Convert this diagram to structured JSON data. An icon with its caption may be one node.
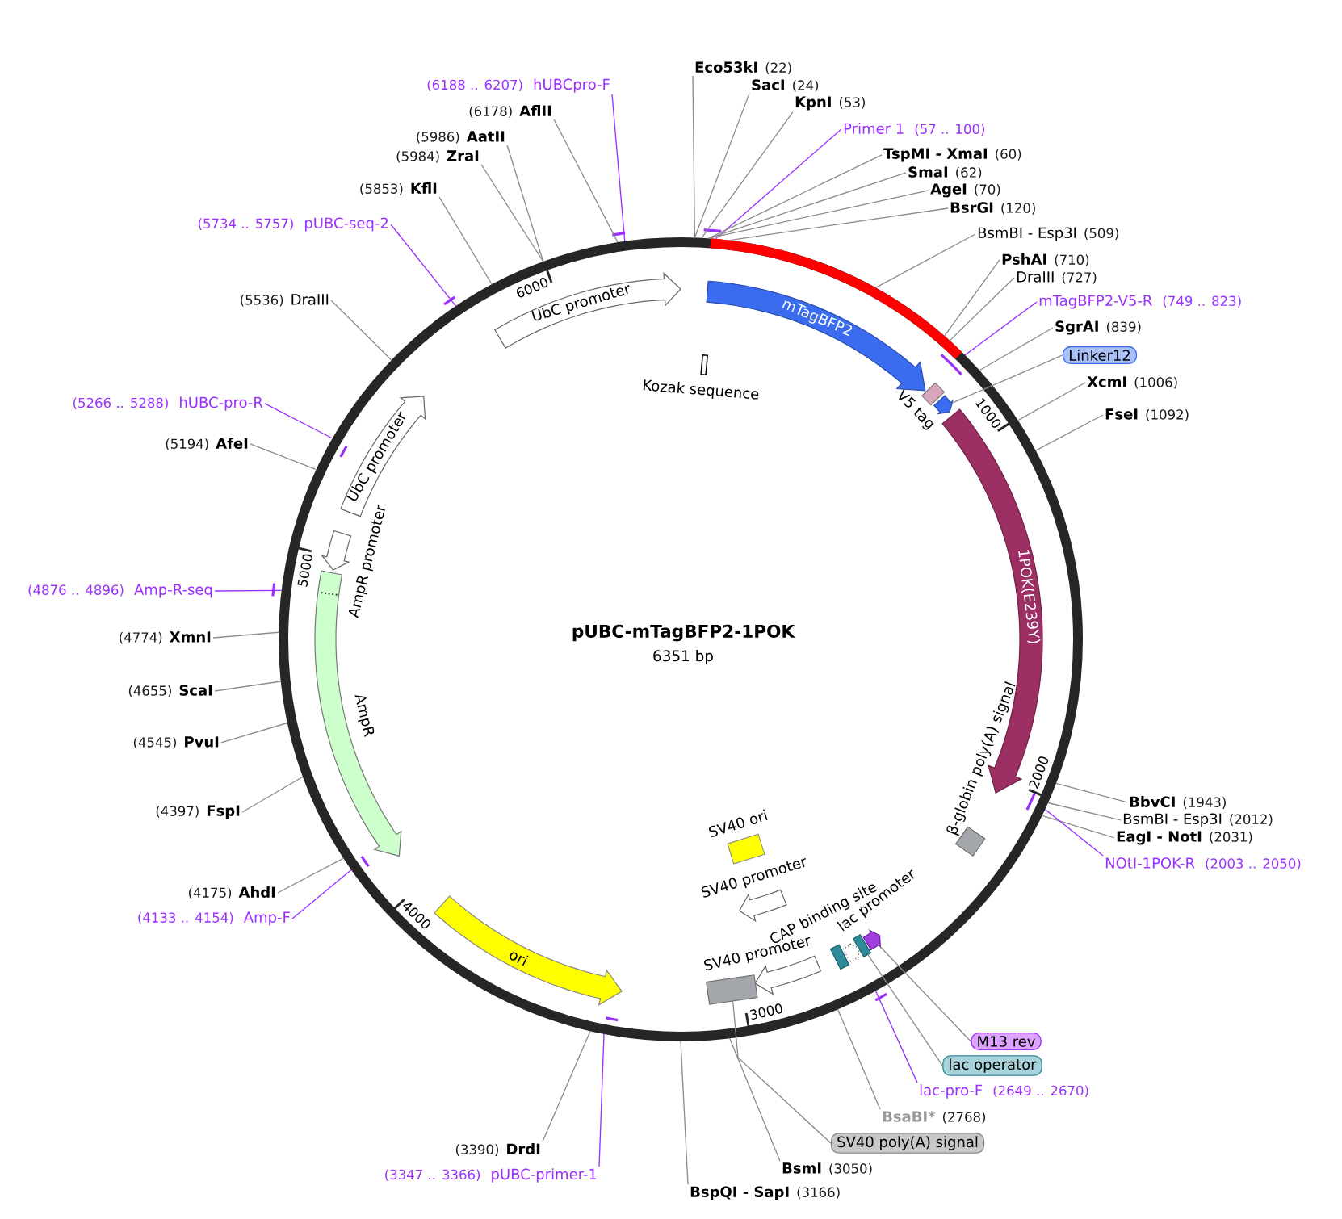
{
  "diagram": {
    "title": "pUBC-mTagBFP2-1POK",
    "nodes": [
      {
        "text": [],
        "shape": "circle"
      },
      {
        "text": [
          "UbC promoter"
        ],
        "in": 0
      },
      {
        "text": [
          "mTagBFP2"
        ],
        "in": 0
      },
      {
        "text": [],
        "shape": "bar",
        "beside": [
          "Kozak sequence"
        ],
        "in": 0
      },
      {
        "text": [],
        "shape": "box",
        "beside": [
          "V5 tag"
        ],
        "in": 0
      },
      {
        "text": [],
        "shape": "arrow",
        "in": 0
      },
      {
        "text": [
          "1POK(E239Y)"
        ],
        "in": 0
      },
      {
        "text": [],
        "shape": "box",
        "beside": [
          "β-globin poly(A) signal"
        ],
        "in": 0
      },
      {
        "text": [],
        "shape": "box",
        "beside": [
          "SV40 ori"
        ],
        "in": 0
      },
      {
        "text": [],
        "shape": "arrow",
        "beside": [
          "SV40 promoter"
        ],
        "in": 0
      },
      {
        "text": [],
        "shape": "arrow",
        "in": 0
      },
      {
        "text": [],
        "shape": "box",
        "in": 0
      },
      {
        "text": [],
        "shape": "arrow",
        "in": 0
      },
      {
        "text": [],
        "shape": "box",
        "beside": [
          "CAP binding site"
        ],
        "in": 0
      },
      {
        "text": [],
        "shape": "arrow",
        "beside": [
          "SV40 promoter"
        ],
        "in": 0
      },
      {
        "text": [],
        "shape": "box",
        "in": 0
      },
      {
        "text": [
          "ori"
        ],
        "in": 0
      },
      {
        "text": [],
        "shape": "arrow",
        "beside": [
          "AmpR"
        ],
        "in": 0
      },
      {
        "text": [],
        "shape": "arrow",
        "beside": [
          "AmpR promoter"
        ],
        "in": 0
      },
      {
        "text": [
          "UbC promoter"
        ],
        "in": 0
      },
      {
        "text": [
          "Eco53kI",
          "(22)"
        ]
      },
      {
        "text": [
          "SacI",
          "(24)"
        ]
      },
      {
        "text": [
          "KpnI",
          "(53)"
        ]
      },
      {
        "text": [
          "Primer 1",
          "(57 .. 100)"
        ]
      },
      {
        "text": [
          "TspMI - XmaI",
          "(60)"
        ]
      },
      {
        "text": [
          "SmaI",
          "(62)"
        ]
      },
      {
        "text": [
          "AgeI",
          "(70)"
        ]
      },
      {
        "text": [
          "BsrGI",
          "(120)"
        ]
      },
      {
        "text": [
          "BsmBI - Esp3I",
          "(509)"
        ]
      },
      {
        "text": [
          "PshAI",
          "(710)"
        ]
      },
      {
        "text": [
          "DraIII",
          "(727)"
        ]
      },
      {
        "text": [
          "mTagBFP2-V5-R",
          "(749 .. 823)"
        ]
      },
      {
        "text": [
          "SgrAI",
          "(839)"
        ]
      },
      {
        "text": [
          "Linker12"
        ]
      },
      {
        "text": [
          "XcmI",
          "(1006)"
        ]
      },
      {
        "text": [
          "FseI",
          "(1092)"
        ]
      },
      {
        "text": [
          "BbvCI",
          "(1943)"
        ]
      },
      {
        "text": [
          "BsmBI - Esp3I",
          "(2012)"
        ]
      },
      {
        "text": [
          "EagI - NotI",
          "(2031)"
        ]
      },
      {
        "text": [
          "NOtI-1POK-R",
          "(2003 .. 2050)"
        ]
      },
      {
        "text": [
          "M13 rev"
        ]
      },
      {
        "text": [
          "lac operator"
        ]
      },
      {
        "text": [
          "lac-pro-F",
          "(2649 .. 2670)"
        ]
      },
      {
        "text": [
          "BsaBI*",
          "(2768)"
        ]
      },
      {
        "text": [
          "SV40 poly(A) signal"
        ]
      },
      {
        "text": [
          "BsmI",
          "(3050)"
        ]
      },
      {
        "text": [
          "BspQI - SapI",
          "(3166)"
        ]
      },
      {
        "text": [
          "(3390)",
          "DrdI"
        ]
      },
      {
        "text": [
          "(3347 .. 3366)",
          "pUBC-primer-1"
        ]
      },
      {
        "text": [
          "(4175)",
          "AhdI"
        ]
      },
      {
        "text": [
          "(4133 .. 4154)",
          "Amp-F"
        ]
      },
      {
        "text": [
          "(4397)",
          "FspI"
        ]
      },
      {
        "text": [
          "(4545)",
          "PvuI"
        ]
      },
      {
        "text": [
          "(4655)",
          "ScaI"
        ]
      },
      {
        "text": [
          "(4774)",
          "XmnI"
        ]
      },
      {
        "text": [
          "(4876 .. 4896)",
          "Amp-R-seq"
        ]
      },
      {
        "text": [
          "(5194)",
          "AfeI"
        ]
      },
      {
        "text": [
          "(5266 .. 5288)",
          "hUBC-pro-R"
        ]
      },
      {
        "text": [
          "(5536)",
          "DraIII"
        ]
      },
      {
        "text": [
          "(5734 .. 5757)",
          "pUBC-seq-2"
        ]
      },
      {
        "text": [
          "(5853)",
          "KflI"
        ]
      },
      {
        "text": [
          "(5984)",
          "ZraI"
        ]
      },
      {
        "text": [
          "(5986)",
          "AatII"
        ]
      },
      {
        "text": [
          "(6178)",
          "AflII"
        ]
      },
      {
        "text": [
          "(6188 .. 6207)",
          "hUBCpro-F"
        ]
      }
    ],
    "edges": [
      {
        "from": 20,
        "to": 0,
        "arrow": "none"
      },
      {
        "from": 21,
        "to": 0,
        "arrow": "none"
      },
      {
        "from": 22,
        "to": 0,
        "arrow": "none"
      },
      {
        "from": 23,
        "to": 0,
        "arrow": "none",
        "color": "#9b30ff"
      },
      {
        "from": 24,
        "to": 0,
        "arrow": "none"
      },
      {
        "from": 25,
        "to": 0,
        "arrow": "none"
      },
      {
        "from": 26,
        "to": 0,
        "arrow": "none"
      },
      {
        "from": 27,
        "to": 0,
        "arrow": "none"
      },
      {
        "from": 28,
        "to": 0,
        "arrow": "none"
      },
      {
        "from": 29,
        "to": 0,
        "arrow": "none"
      },
      {
        "from": 30,
        "to": 0,
        "arrow": "none"
      },
      {
        "from": 31,
        "to": 0,
        "arrow": "none",
        "color": "#9b30ff"
      },
      {
        "from": 32,
        "to": 0,
        "arrow": "none"
      },
      {
        "from": 33,
        "to": 5,
        "arrow": "none"
      },
      {
        "from": 34,
        "to": 0,
        "arrow": "none"
      },
      {
        "from": 35,
        "to": 0,
        "arrow": "none"
      },
      {
        "from": 36,
        "to": 0,
        "arrow": "none"
      },
      {
        "from": 37,
        "to": 0,
        "arrow": "none"
      },
      {
        "from": 38,
        "to": 0,
        "arrow": "none"
      },
      {
        "from": 39,
        "to": 0,
        "arrow": "none",
        "color": "#9b30ff"
      },
      {
        "from": 40,
        "to": 10,
        "arrow": "none"
      },
      {
        "from": 41,
        "to": 11,
        "arrow": "none"
      },
      {
        "from": 42,
        "to": 0,
        "arrow": "none",
        "color": "#9b30ff"
      },
      {
        "from": 43,
        "to": 0,
        "arrow": "none"
      },
      {
        "from": 44,
        "to": 15,
        "arrow": "none"
      },
      {
        "from": 45,
        "to": 0,
        "arrow": "none"
      },
      {
        "from": 46,
        "to": 0,
        "arrow": "none"
      },
      {
        "from": 47,
        "to": 0,
        "arrow": "none"
      },
      {
        "from": 48,
        "to": 0,
        "arrow": "none",
        "color": "#9b30ff"
      },
      {
        "from": 49,
        "to": 0,
        "arrow": "none"
      },
      {
        "from": 50,
        "to": 0,
        "arrow": "none",
        "color": "#9b30ff"
      },
      {
        "from": 51,
        "to": 0,
        "arrow": "none"
      },
      {
        "from": 52,
        "to": 0,
        "arrow": "none"
      },
      {
        "from": 53,
        "to": 0,
        "arrow": "none"
      },
      {
        "from": 54,
        "to": 0,
        "arrow": "none"
      },
      {
        "from": 55,
        "to": 0,
        "arrow": "none",
        "color": "#9b30ff"
      },
      {
        "from": 56,
        "to": 0,
        "arrow": "none"
      },
      {
        "from": 57,
        "to": 0,
        "arrow": "none",
        "color": "#9b30ff"
      },
      {
        "from": 58,
        "to": 0,
        "arrow": "none"
      },
      {
        "from": 59,
        "to": 0,
        "arrow": "none",
        "color": "#9b30ff"
      },
      {
        "from": 60,
        "to": 0,
        "arrow": "none"
      },
      {
        "from": 61,
        "to": 0,
        "arrow": "none"
      },
      {
        "from": 62,
        "to": 0,
        "arrow": "none"
      },
      {
        "from": 63,
        "to": 0,
        "arrow": "none"
      },
      {
        "from": 64,
        "to": 0,
        "arrow": "none",
        "color": "#9b30ff"
      }
    ],
    "labels": [
      "6000",
      "1000",
      "5000",
      "6351 bp",
      "2000",
      "lac promoter",
      "4000",
      "3000"
    ]
  }
}
